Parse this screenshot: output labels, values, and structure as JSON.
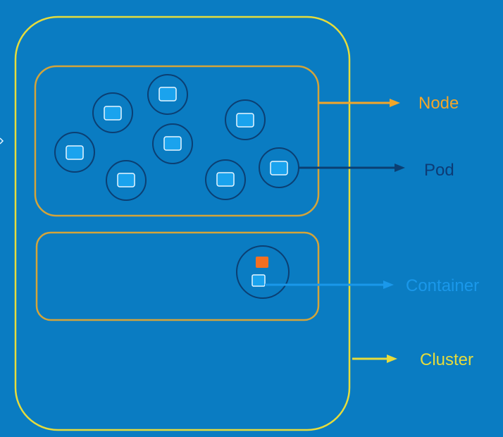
{
  "labels": {
    "node": "Node",
    "pod": "Pod",
    "container": "Container",
    "cluster": "Cluster"
  },
  "colors": {
    "background": "#0a7cc2",
    "cluster_border": "#e6dc3c",
    "node_border": "#d4a43a",
    "pod_ring": "#0b3f73",
    "container_fill": "#1aa3ee",
    "container_border": "#e8f6ff",
    "special_container": "#f36f21",
    "node_label": "#f2a62a",
    "pod_label": "#0d3b75",
    "container_label": "#1a98ea",
    "cluster_label": "#e6dc3c"
  }
}
